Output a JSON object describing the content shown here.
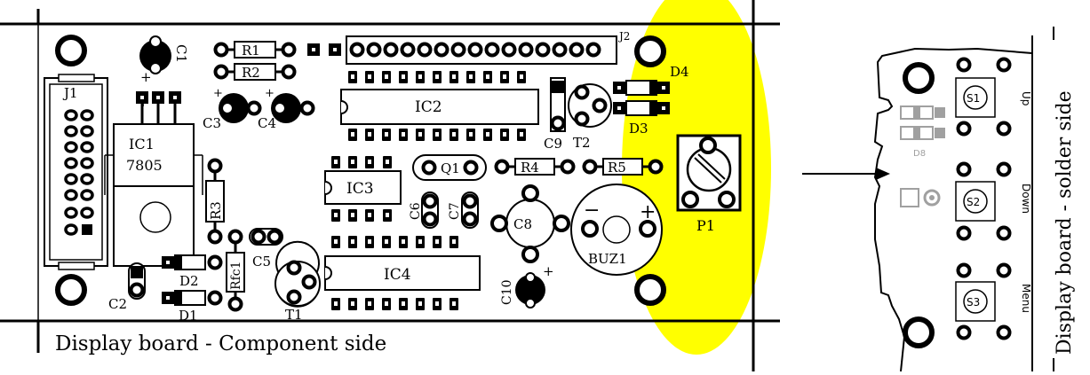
{
  "captions": {
    "component_side": "Display board - Component side",
    "solder_side": "Display board - solder side"
  },
  "labels": {
    "j1": "J1",
    "j2": "J2",
    "c1": "C1",
    "r1": "R1",
    "r2": "R2",
    "c3": "C3",
    "c4": "C4",
    "ic1": "IC1",
    "ic1_part": "7805",
    "ic2": "IC2",
    "ic3": "IC3",
    "ic4": "IC4",
    "r3": "R3",
    "r4": "R4",
    "r5": "R5",
    "q1": "Q1",
    "c6": "C6",
    "c7": "C7",
    "c8": "C8",
    "c9": "C9",
    "c10": "C10",
    "c2": "C2",
    "c5": "C5",
    "d1": "D1",
    "d2": "D2",
    "d3": "D3",
    "d4": "D4",
    "t1": "T1",
    "t2": "T2",
    "rfc1": "Rfc1",
    "buz1": "BUZ1",
    "p1": "P1",
    "plus": "+",
    "minus": "−",
    "s1": "S1",
    "s2": "S2",
    "s3": "S3",
    "up": "Up",
    "down": "Down",
    "menu": "Menu",
    "d8": "D8"
  },
  "colors": {
    "highlight": "#ffff00",
    "ink": "#000000",
    "faded": "#a0a0a0"
  }
}
